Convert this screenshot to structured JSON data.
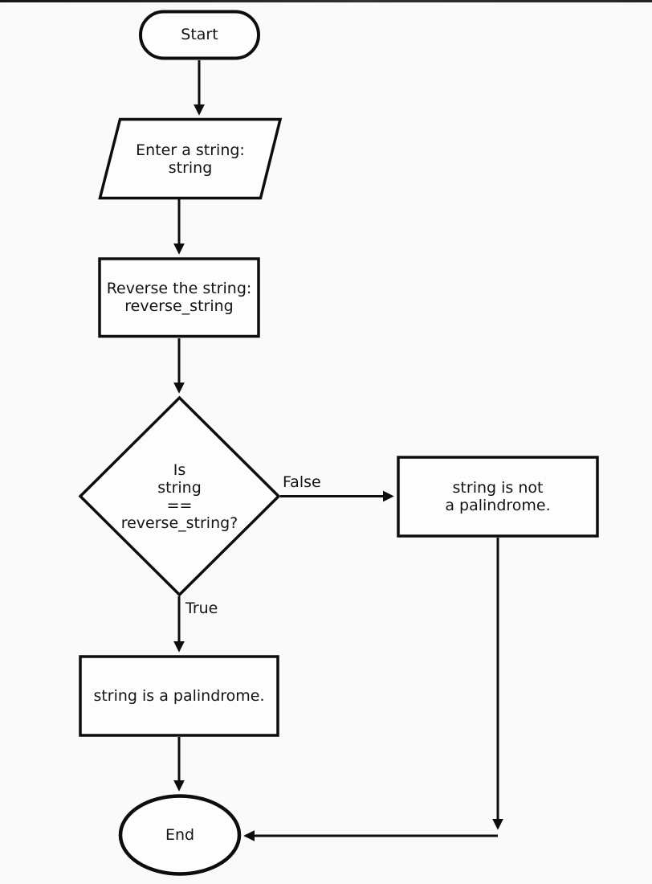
{
  "canvas": {
    "background": "#fbfafb",
    "top_strip_color": "#1e1e1e",
    "line_color": "#0d0d0d",
    "shape_fill": "#fdfdfe",
    "text_color": "#131313"
  },
  "nodes": {
    "start": {
      "shape": "terminator",
      "label": "Start"
    },
    "input_string": {
      "shape": "parallelogram",
      "lines": [
        "Enter a string:",
        "string"
      ]
    },
    "reverse_string": {
      "shape": "process-rectangle",
      "lines": [
        "Reverse the string:",
        "reverse_string"
      ]
    },
    "is_palindrome_decision": {
      "shape": "diamond",
      "lines": [
        "Is",
        "string",
        "==",
        "reverse_string?"
      ]
    },
    "not_palindrome_output": {
      "shape": "process-rectangle",
      "lines": [
        "string is not",
        "a palindrome."
      ]
    },
    "palindrome_output": {
      "shape": "process-rectangle",
      "lines": [
        "string is a palindrome."
      ]
    },
    "end": {
      "shape": "terminator",
      "label": "End"
    }
  },
  "edge_labels": {
    "false_branch": "False",
    "true_branch": "True"
  }
}
